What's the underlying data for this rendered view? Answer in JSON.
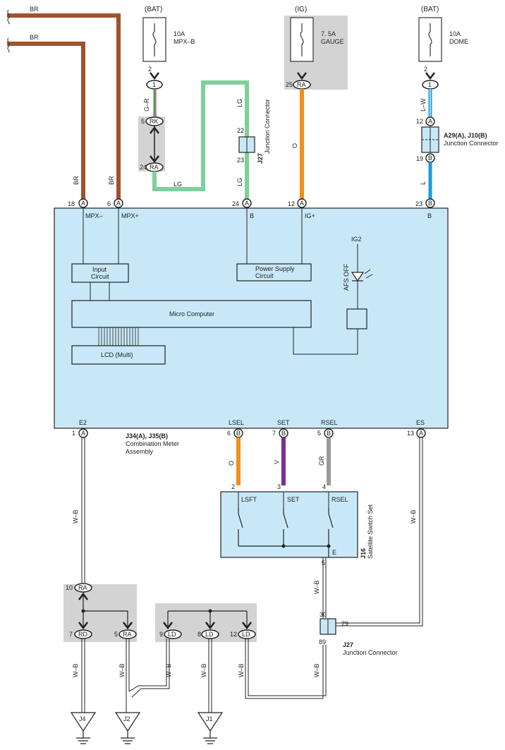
{
  "colors": {
    "wire_br": "#a0522d",
    "wire_lg": "#7fcf9a",
    "wire_o": "#f0901a",
    "wire_l": "#1a9ad8",
    "wire_v": "#7b2f9a",
    "wire_gr": "#9a9a9a",
    "module_fill": "#c8e8f8",
    "shade": "#d3d3d3"
  },
  "wires": {
    "br": "BR",
    "gr_pink": "G–R",
    "lg": "LG",
    "o": "O",
    "lw": "L–W",
    "l": "L",
    "v": "V",
    "gr": "GR",
    "wb": "W–B"
  },
  "fuses": {
    "mpx": {
      "source": "(BAT)",
      "amp": "10A",
      "name": "MPX–B",
      "pin": "2",
      "conn": "1"
    },
    "gauge": {
      "source": "(IG)",
      "amp": "7. 5A",
      "name": "GAUGE",
      "pin": "25",
      "conn": "RA"
    },
    "dome": {
      "source": "(BAT)",
      "amp": "10A",
      "name": "DOME",
      "pin": "2",
      "conn": "1"
    }
  },
  "connectors": {
    "rk_pin": "5",
    "rk": "RK",
    "ra_pin": "24",
    "ra": "RA",
    "j27_top": {
      "code": "J27",
      "label": "Junction Connector",
      "pin_a": "22",
      "pin_b": "23"
    },
    "a29": {
      "code": "A29(A), J10(B)",
      "label": "Junction Connector",
      "pin_a": "12",
      "conn_a": "A",
      "pin_b": "19",
      "conn_b": "B"
    }
  },
  "module": {
    "code": "J34(A), J35(B)",
    "label1": "Combination Meter",
    "label2": "Assembly",
    "top_pins": [
      {
        "num": "18",
        "conn": "A",
        "name": "MPX–"
      },
      {
        "num": "6",
        "conn": "A",
        "name": "MPX+"
      },
      {
        "num": "24",
        "conn": "A",
        "name": "B"
      },
      {
        "num": "12",
        "conn": "A",
        "name": "IG+"
      },
      {
        "num": "23",
        "conn": "B",
        "name": "B"
      }
    ],
    "bottom_pins": [
      {
        "num": "1",
        "conn": "A",
        "name": "E2"
      },
      {
        "num": "6",
        "conn": "B",
        "name": "LSEL"
      },
      {
        "num": "7",
        "conn": "B",
        "name": "SET"
      },
      {
        "num": "5",
        "conn": "B",
        "name": "RSEL"
      },
      {
        "num": "13",
        "conn": "A",
        "name": "ES"
      }
    ],
    "input_circuit_1": "Input",
    "input_circuit_2": "Circuit",
    "power_supply_1": "Power Supply",
    "power_supply_2": "Circuit",
    "micro": "Micro Computer",
    "lcd": "LCD (Multi)",
    "ig2": "IG2",
    "afs_off": "AFS OFF"
  },
  "switch_set": {
    "code": "J16",
    "label": "Satellite Switch Set",
    "pins": [
      "2",
      "3",
      "4"
    ],
    "switches": [
      "LSFT",
      "SET",
      "RSEL"
    ],
    "e": "E",
    "e_pin": "5"
  },
  "j27_bottom": {
    "code": "J27",
    "label": "Junction Connector",
    "pin_top": "30",
    "pin_right": "29",
    "pin_bottom": "89"
  },
  "joint_ra": {
    "top_num": "10",
    "top": "RA",
    "left_num": "7",
    "left": "RD",
    "right_num": "5",
    "right": "RA"
  },
  "joint_ld": {
    "p1_num": "9",
    "p1": "LD",
    "p2_num": "8",
    "p2": "LD",
    "p3_num": "12",
    "p3": "LD"
  },
  "grounds": [
    "J4",
    "J2",
    "J1"
  ]
}
